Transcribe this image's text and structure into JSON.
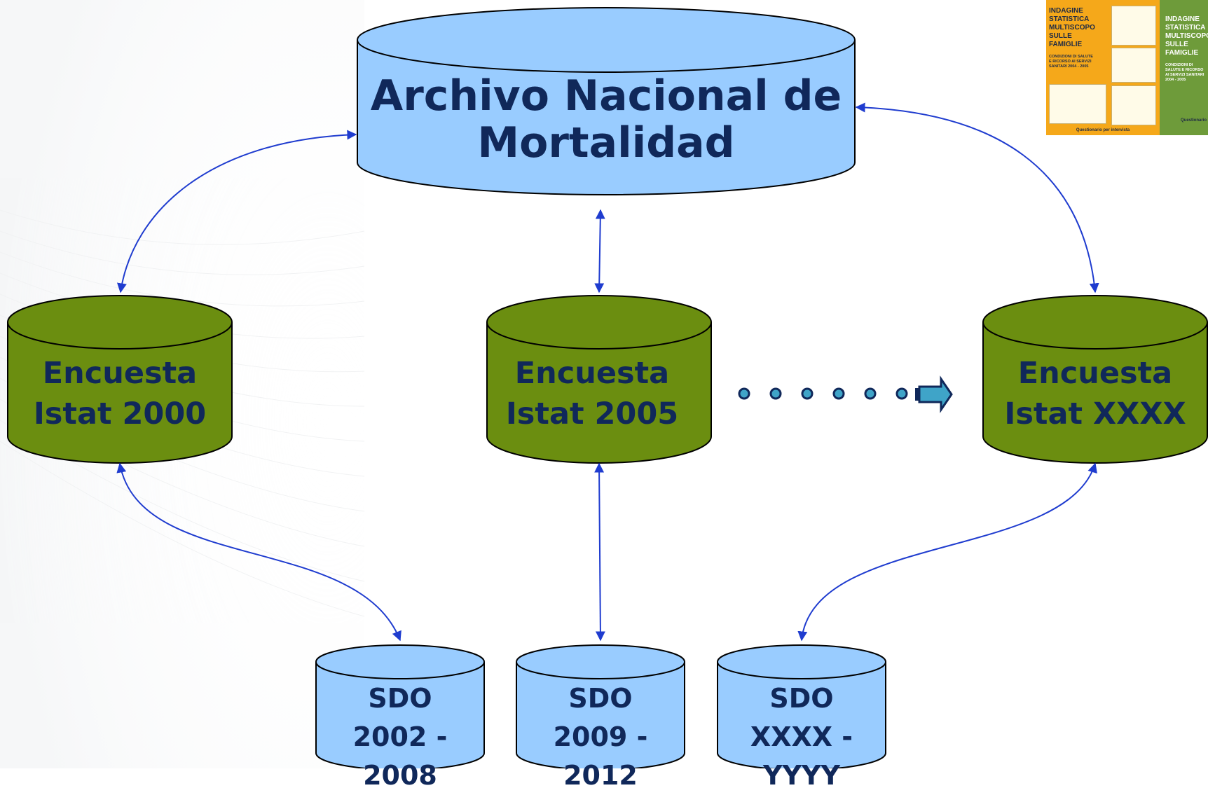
{
  "main_archive": {
    "line1": "Archivo Nacional de",
    "line2": "Mortalidad"
  },
  "surveys": [
    {
      "line1": "Encuesta",
      "line2": "Istat 2000"
    },
    {
      "line1": "Encuesta",
      "line2": "Istat 2005"
    },
    {
      "line1": "Encuesta",
      "line2": "Istat XXXX"
    }
  ],
  "sdo": [
    {
      "line1": "SDO",
      "line2": "2002 - 2008"
    },
    {
      "line1": "SDO",
      "line2": "2009 - 2012"
    },
    {
      "line1": "SDO",
      "line2": "XXXX - YYYY"
    }
  ],
  "questionnaire_cover": {
    "front": {
      "title": "INDAGINE STATISTICA MULTISCOPO SULLE FAMIGLIE",
      "subtitle": "CONDIZIONI DI SALUTE E RICORSO AI SERVIZI SANITARI 2004 - 2005",
      "footer": "Questionario per intervista"
    },
    "back": {
      "title": "INDAGINE STATISTICA MULTISCOPO SULLE FAMIGLIE",
      "subtitle": "CONDIZIONI DI SALUTE E RICORSO AI SERVIZI SANITARI 2004 - 2005",
      "footer": "Questionario"
    }
  },
  "colors": {
    "blue_db": "#99ccff",
    "green_db": "#6b8e10",
    "text": "#10285a",
    "arrow": "#1f3ccf",
    "dots_arrow": "#3fa4c8",
    "cover_orange": "#f5a81a",
    "cover_green": "#6e9b3a"
  }
}
